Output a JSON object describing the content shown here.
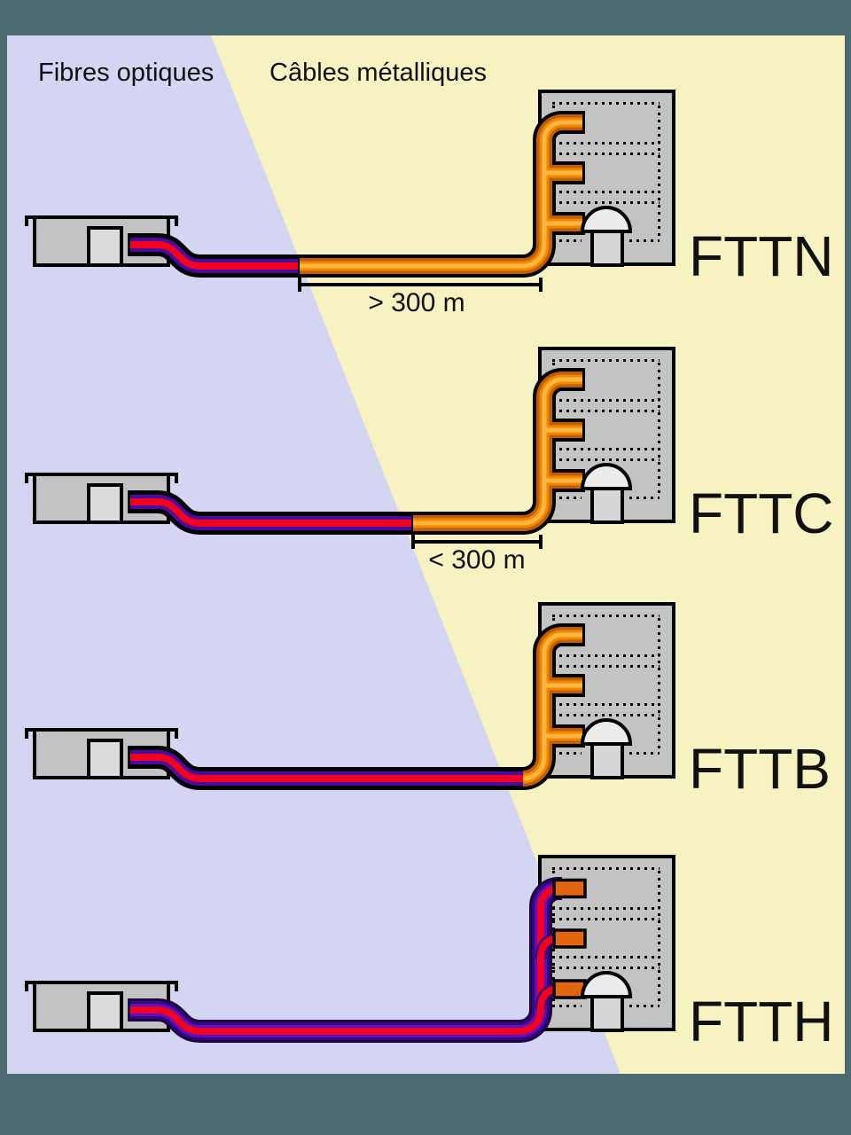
{
  "zones": {
    "fiber": "Fibres optiques",
    "copper": "Câbles métalliques"
  },
  "rows": [
    {
      "id": "fttn",
      "label": "FTTN",
      "distance": "> 300 m"
    },
    {
      "id": "fttc",
      "label": "FTTC",
      "distance": "< 300 m"
    },
    {
      "id": "fttb",
      "label": "FTTB"
    },
    {
      "id": "ftth",
      "label": "FTTH"
    }
  ],
  "colors": {
    "frame": "#4d6a72",
    "fiber_zone_bg": "#d3d5f3",
    "copper_zone_bg": "#f6f2c2",
    "building_fill": "#c3c3c3",
    "building_outline": "#000000",
    "door_fill": "#d6d6d6",
    "arch_fill": "#ececec",
    "co_door_fill": "#dcdcdc",
    "cable_outline": "#000000",
    "fiber_sheath": "#4a0b9e",
    "fiber_core": "#f40020",
    "ftth_sheath_dark": "#200442",
    "ftth_sheath_mid": "#34077e",
    "ftth_sheath_bright": "#5a10c4",
    "copper_dark": "#c05e00",
    "copper_mid": "#ef8800",
    "copper_light": "#ffb640",
    "terminal_box": "#e2650f",
    "text": "#111111"
  }
}
